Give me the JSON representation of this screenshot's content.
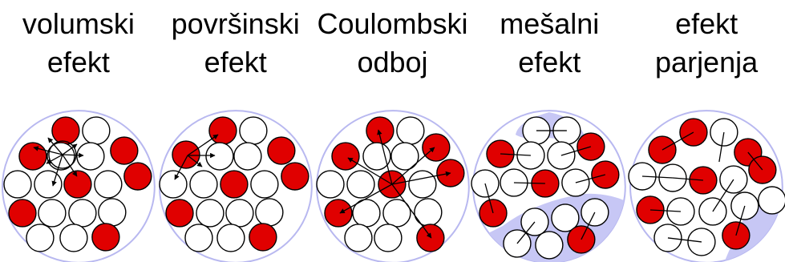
{
  "colors": {
    "proton": "#e00000",
    "neutron": "#ffffff",
    "nucleus_outline": "#b8b8f0",
    "surface_fill": "#c7c7f5",
    "nucleon_stroke": "#000000",
    "arrow": "#000000"
  },
  "panels": [
    {
      "label_line1": "volumski",
      "label_line2": "efekt"
    },
    {
      "label_line1": "površinski",
      "label_line2": "efekt"
    },
    {
      "label_line1": "Coulombski",
      "label_line2": "odboj"
    },
    {
      "label_line1": "mešalni",
      "label_line2": "efekt"
    },
    {
      "label_line1": "efekt",
      "label_line2": "parjenja"
    }
  ]
}
